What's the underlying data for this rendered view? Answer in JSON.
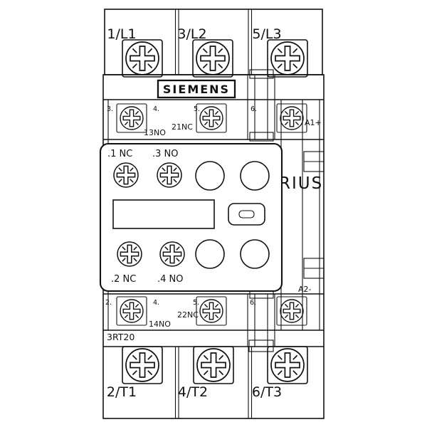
{
  "brand": {
    "label": "SIEMENS"
  },
  "product": {
    "series_visible": "RIUS",
    "model": "3RT20"
  },
  "power_terminals": {
    "top": [
      {
        "label": "1/L1"
      },
      {
        "label": "3/L2"
      },
      {
        "label": "5/L3"
      }
    ],
    "bottom": [
      {
        "label": "2/T1"
      },
      {
        "label": "4/T2"
      },
      {
        "label": "6/T3"
      }
    ]
  },
  "aux": {
    "top_markers": [
      "3.",
      "4.",
      "5.",
      "6."
    ],
    "bottom_markers": [
      "2.",
      "4.",
      "5.",
      "6."
    ],
    "top_no": "13NO",
    "top_nc": "21NC",
    "bottom_no": "14NO",
    "bottom_nc": "22NC"
  },
  "coil": {
    "a1": "A1+",
    "a2": "A2-"
  },
  "aux_block": {
    "top_left": ".1 NC",
    "top_right": ".3 NO",
    "bottom_left": ".2 NC",
    "bottom_right": ".4 NO"
  },
  "colors": {
    "line": "#111111",
    "background": "#ffffff"
  }
}
